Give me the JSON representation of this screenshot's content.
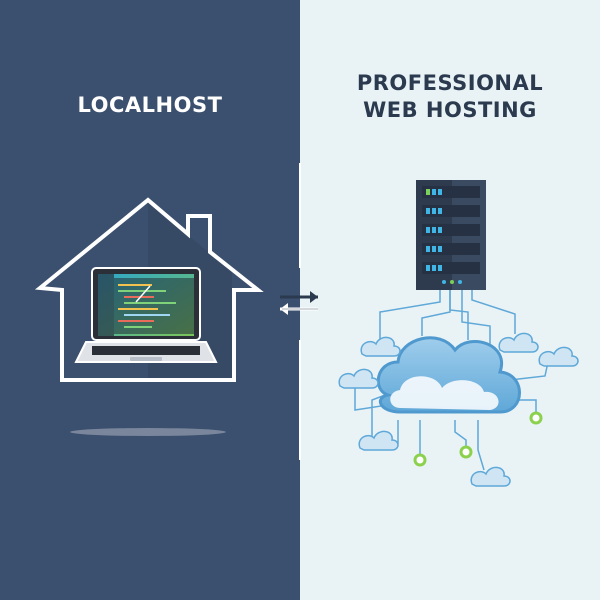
{
  "left_panel": {
    "title": "LOCALHOST",
    "background": "#3b4f6e",
    "text_color": "#ffffff"
  },
  "right_panel": {
    "title_line1": "PROFESSIONAL",
    "title_line2": "WEB HOSTING",
    "background": "#e9f3f6",
    "text_color": "#2b3a4f"
  },
  "icons": {
    "home": "house-icon",
    "computer": "laptop-icon",
    "exchange": "bidirectional-arrows-icon",
    "server": "server-rack-icon",
    "cloud": "cloud-icon",
    "network": "network-node-icon"
  },
  "colors": {
    "cloud_blue": "#5fa8d8",
    "cloud_fill": "#cfe5f3",
    "server_dark": "#2e3b4e",
    "led_blue": "#3fb6e6",
    "led_green": "#7ccf5a",
    "node_green": "#8bd14d"
  }
}
